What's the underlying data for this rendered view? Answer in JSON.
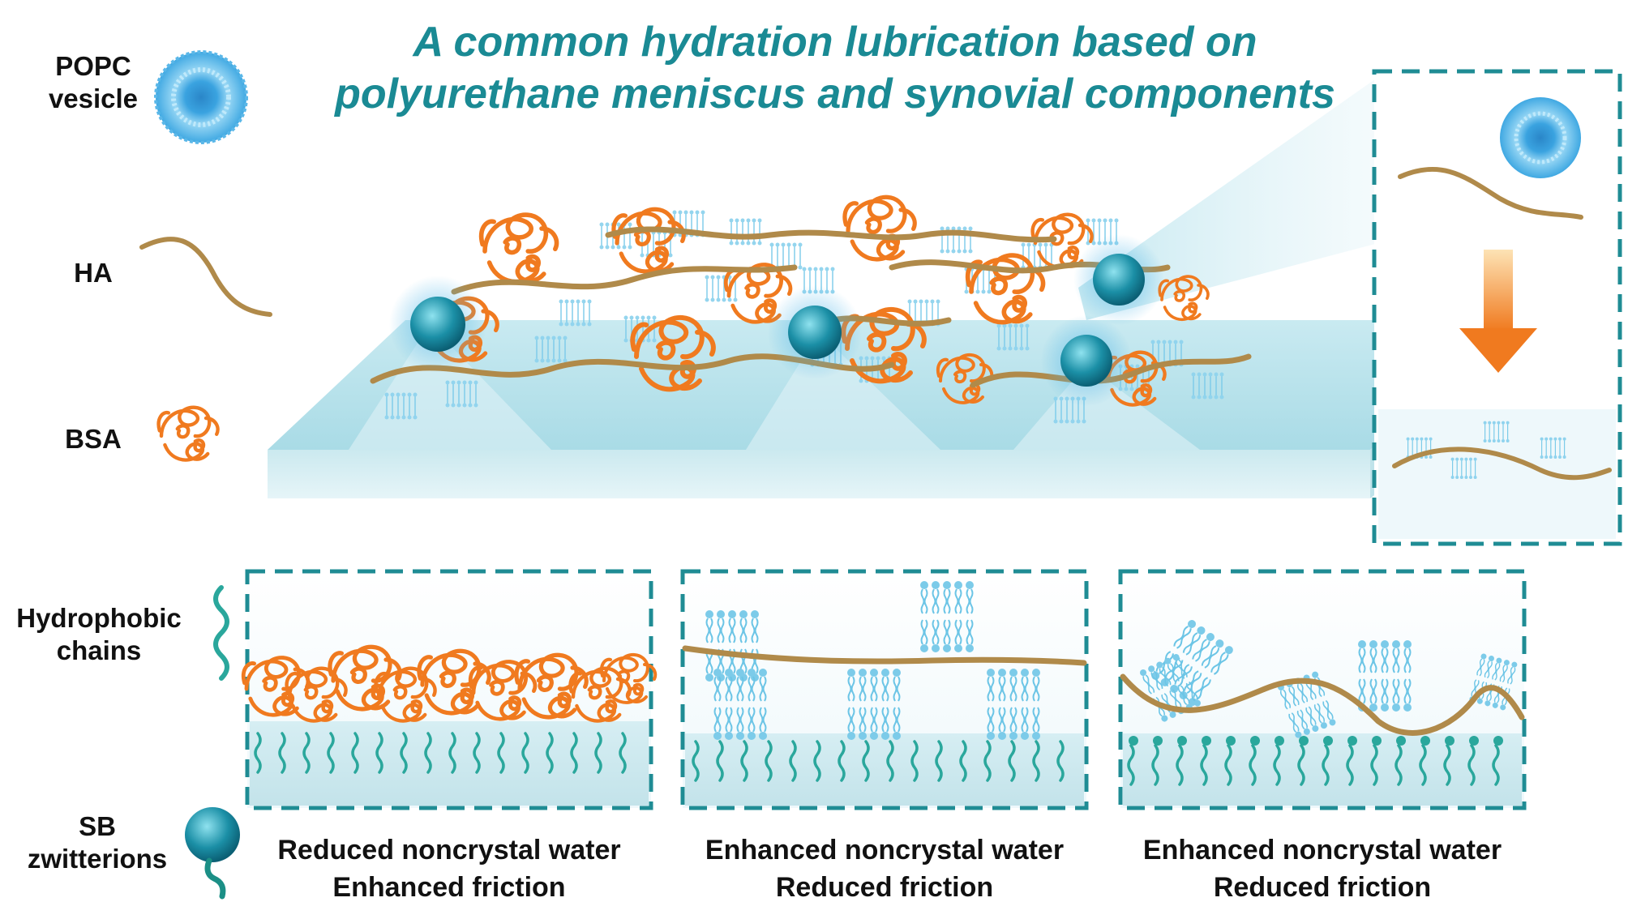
{
  "title": {
    "line1": "A common hydration lubrication based on",
    "line2": "polyurethane meniscus and synovial components"
  },
  "legend": {
    "popc": {
      "line1": "POPC",
      "line2": "vesicle"
    },
    "ha": "HA",
    "bsa": "BSA",
    "hydrophobic": {
      "line1": "Hydrophobic",
      "line2": "chains"
    },
    "sb": {
      "line1": "SB",
      "line2": "zwitterions"
    }
  },
  "panels": [
    {
      "line1": "Reduced noncrystal water",
      "line2": "Enhanced friction"
    },
    {
      "line1": "Enhanced noncrystal water",
      "line2": "Reduced friction"
    },
    {
      "line1": "Enhanced noncrystal water",
      "line2": "Reduced friction"
    }
  ],
  "colors": {
    "title": "#1a8a94",
    "dash_border": "#1f8c94",
    "ha_strand": "#b08a4a",
    "bsa_protein": "#f07a1f",
    "lipid": "#6cc5e6",
    "substrate": "#cfe9ee",
    "hydrophobic_chain": "#2aa79c",
    "arrow": "#f5901e"
  }
}
